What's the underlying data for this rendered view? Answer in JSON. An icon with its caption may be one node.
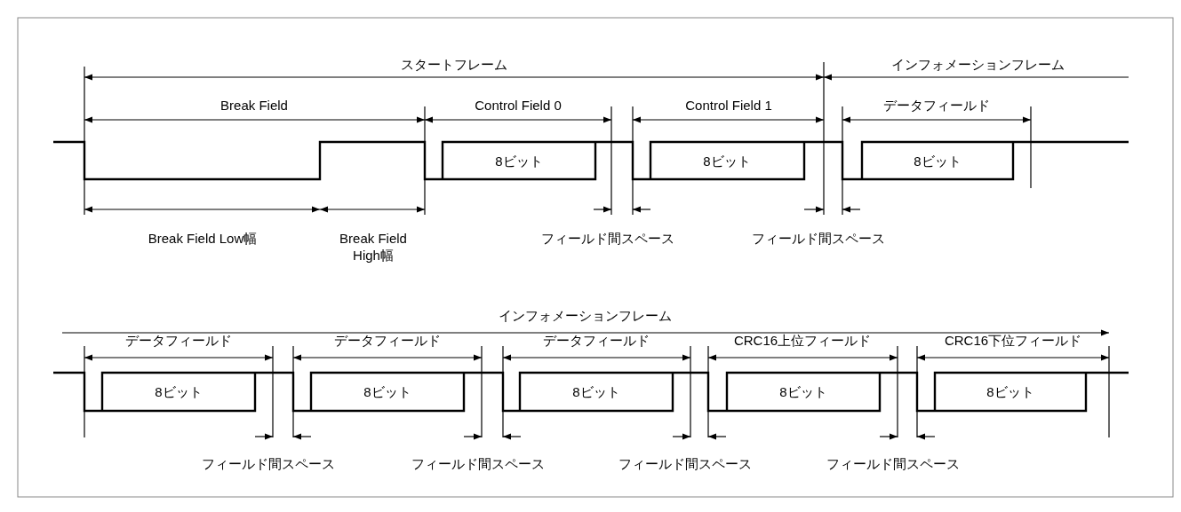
{
  "diagram": {
    "labels": [
      "スタートフレーム",
      "インフォメーションフレーム",
      "Break Field",
      "Control Field 0",
      "Control Field 1",
      "データフィールド",
      "8ビット",
      "8ビット",
      "8ビット",
      "Break Field Low幅",
      "Break Field High幅",
      "フィールド間スペース",
      "フィールド間スペース",
      "インフォメーションフレーム",
      "データフィールド",
      "データフィールド",
      "データフィールド",
      "CRC16上位フィールド",
      "CRC16下位フィールド",
      "8ビット",
      "8ビット",
      "8ビット",
      "8ビット",
      "8ビット",
      "フィールド間スペース",
      "フィールド間スペース",
      "フィールド間スペース",
      "フィールド間スペース"
    ]
  }
}
